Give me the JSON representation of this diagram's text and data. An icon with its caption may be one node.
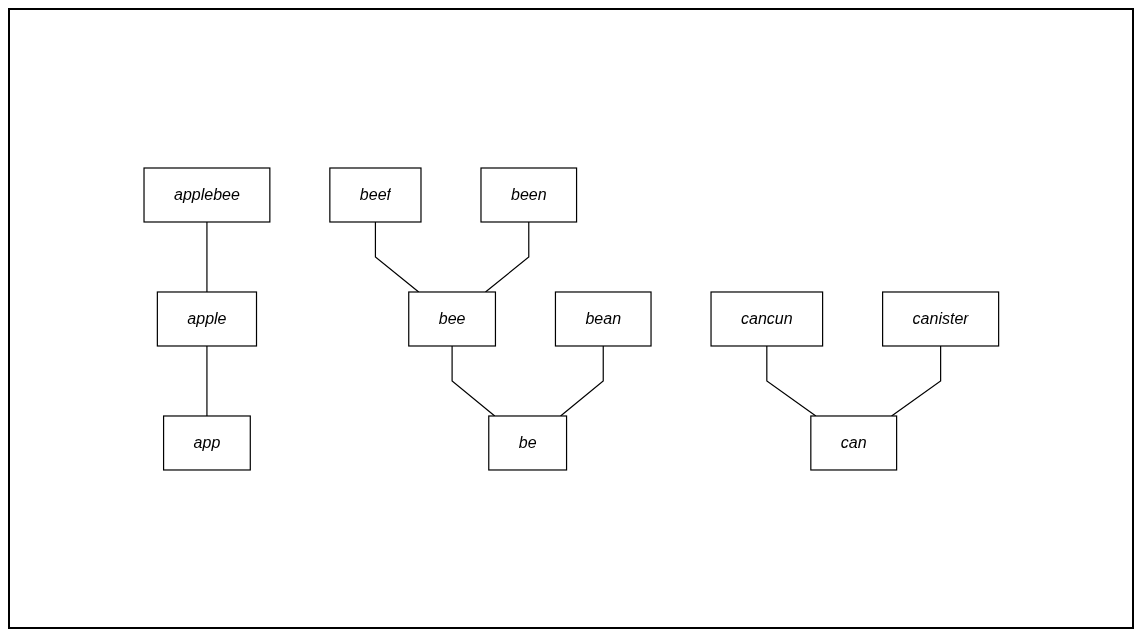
{
  "diagram": {
    "nodes": [
      {
        "text": [
          "applebee"
        ]
      },
      {
        "text": [
          "beef"
        ]
      },
      {
        "text": [
          "bean"
        ]
      },
      {
        "text": [
          "canister"
        ]
      },
      {
        "text": [
          "been"
        ]
      },
      {
        "text": [
          "apple"
        ]
      },
      {
        "text": [
          "cancun"
        ]
      },
      {
        "text": [
          "bee"
        ]
      },
      {
        "text": [
          "app"
        ]
      },
      {
        "text": [
          "be"
        ]
      },
      {
        "text": [
          "can"
        ]
      }
    ],
    "edges": [
      {
        "from": 8,
        "to": 5,
        "arrow": "none"
      },
      {
        "from": 5,
        "to": 0,
        "arrow": "none"
      },
      {
        "from": 9,
        "to": 7,
        "arrow": "none"
      },
      {
        "from": 7,
        "to": 1,
        "arrow": "none"
      },
      {
        "from": 7,
        "to": 4,
        "arrow": "none"
      },
      {
        "from": 9,
        "to": 2,
        "arrow": "none"
      },
      {
        "from": 10,
        "to": 6,
        "arrow": "none"
      },
      {
        "from": 10,
        "to": 3,
        "arrow": "none"
      }
    ]
  }
}
